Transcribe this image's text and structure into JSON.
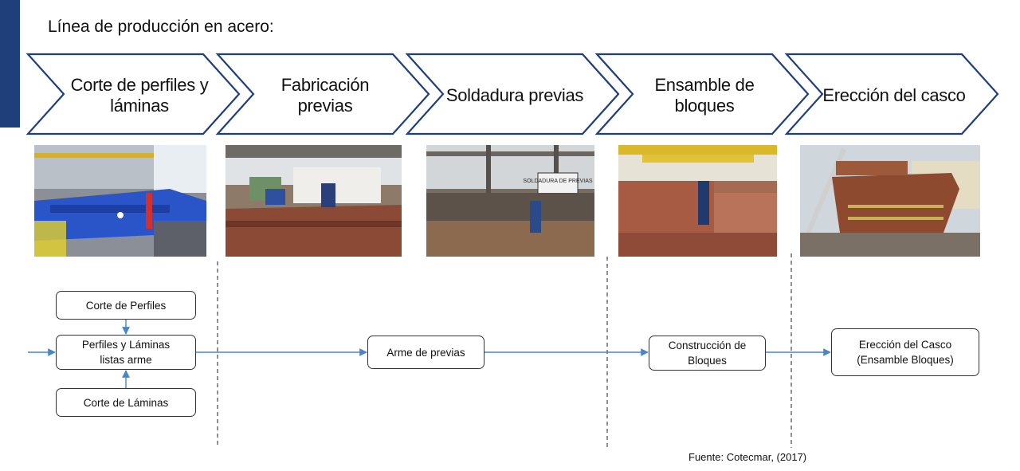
{
  "title": "Línea de producción en acero:",
  "stages": [
    {
      "line1": "Corte de perfiles y",
      "line2": "láminas"
    },
    {
      "line1": "Fabricación",
      "line2": "previas"
    },
    {
      "line1": "Soldadura previas",
      "line2": ""
    },
    {
      "line1": "Ensamble de",
      "line2": "bloques"
    },
    {
      "line1": "Erección del casco",
      "line2": ""
    }
  ],
  "photo_sign": "SOLDADURA DE PREVIAS",
  "flow": {
    "corte_perfiles": "Corte de Perfiles",
    "perfiles_laminas_1": "Perfiles y Láminas",
    "perfiles_laminas_2": "listas arme",
    "corte_laminas": "Corte de Láminas",
    "arme_previas": "Arme de previas",
    "construccion_1": "Construcción de",
    "construccion_2": "Bloques",
    "ereccion_1": "Erección del Casco",
    "ereccion_2": "(Ensamble Bloques)"
  },
  "source": "Fuente: Cotecmar, (2017)",
  "colors": {
    "chevron_stroke": "#1f3f7a",
    "arrow": "#4a86c5",
    "left_bar": "#1f3f7a"
  }
}
